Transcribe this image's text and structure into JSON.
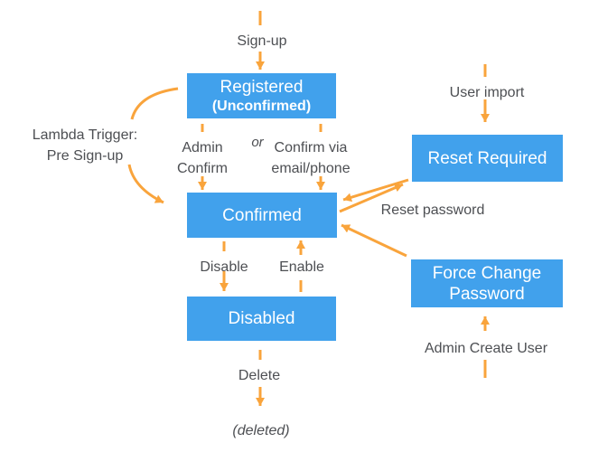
{
  "diagram_name": "user-pool-state-diagram",
  "colors": {
    "state_box_blue": "#41a1ec",
    "arrow_orange": "#f9a43c",
    "label_gray": "#4d4f53",
    "state_text_white": "#ffffff"
  },
  "states": {
    "registered": {
      "line1": "Registered",
      "line2": "(Unconfirmed)"
    },
    "confirmed": {
      "label": "Confirmed"
    },
    "disabled": {
      "label": "Disabled"
    },
    "reset_required": {
      "label": "Reset Required"
    },
    "force_change_password": {
      "line1": "Force Change",
      "line2": "Password"
    }
  },
  "transitions": {
    "sign_up": "Sign-up",
    "lambda_trigger_line1": "Lambda Trigger:",
    "lambda_trigger_line2": "Pre Sign-up",
    "admin_confirm_line1": "Admin",
    "admin_confirm_line2": "Confirm",
    "or": "or",
    "confirm_via_line1": "Confirm via",
    "confirm_via_line2": "email/phone",
    "user_import": "User import",
    "reset_password": "Reset password",
    "disable": "Disable",
    "enable": "Enable",
    "delete": "Delete",
    "deleted": "(deleted)",
    "admin_create_user": "Admin Create User"
  }
}
